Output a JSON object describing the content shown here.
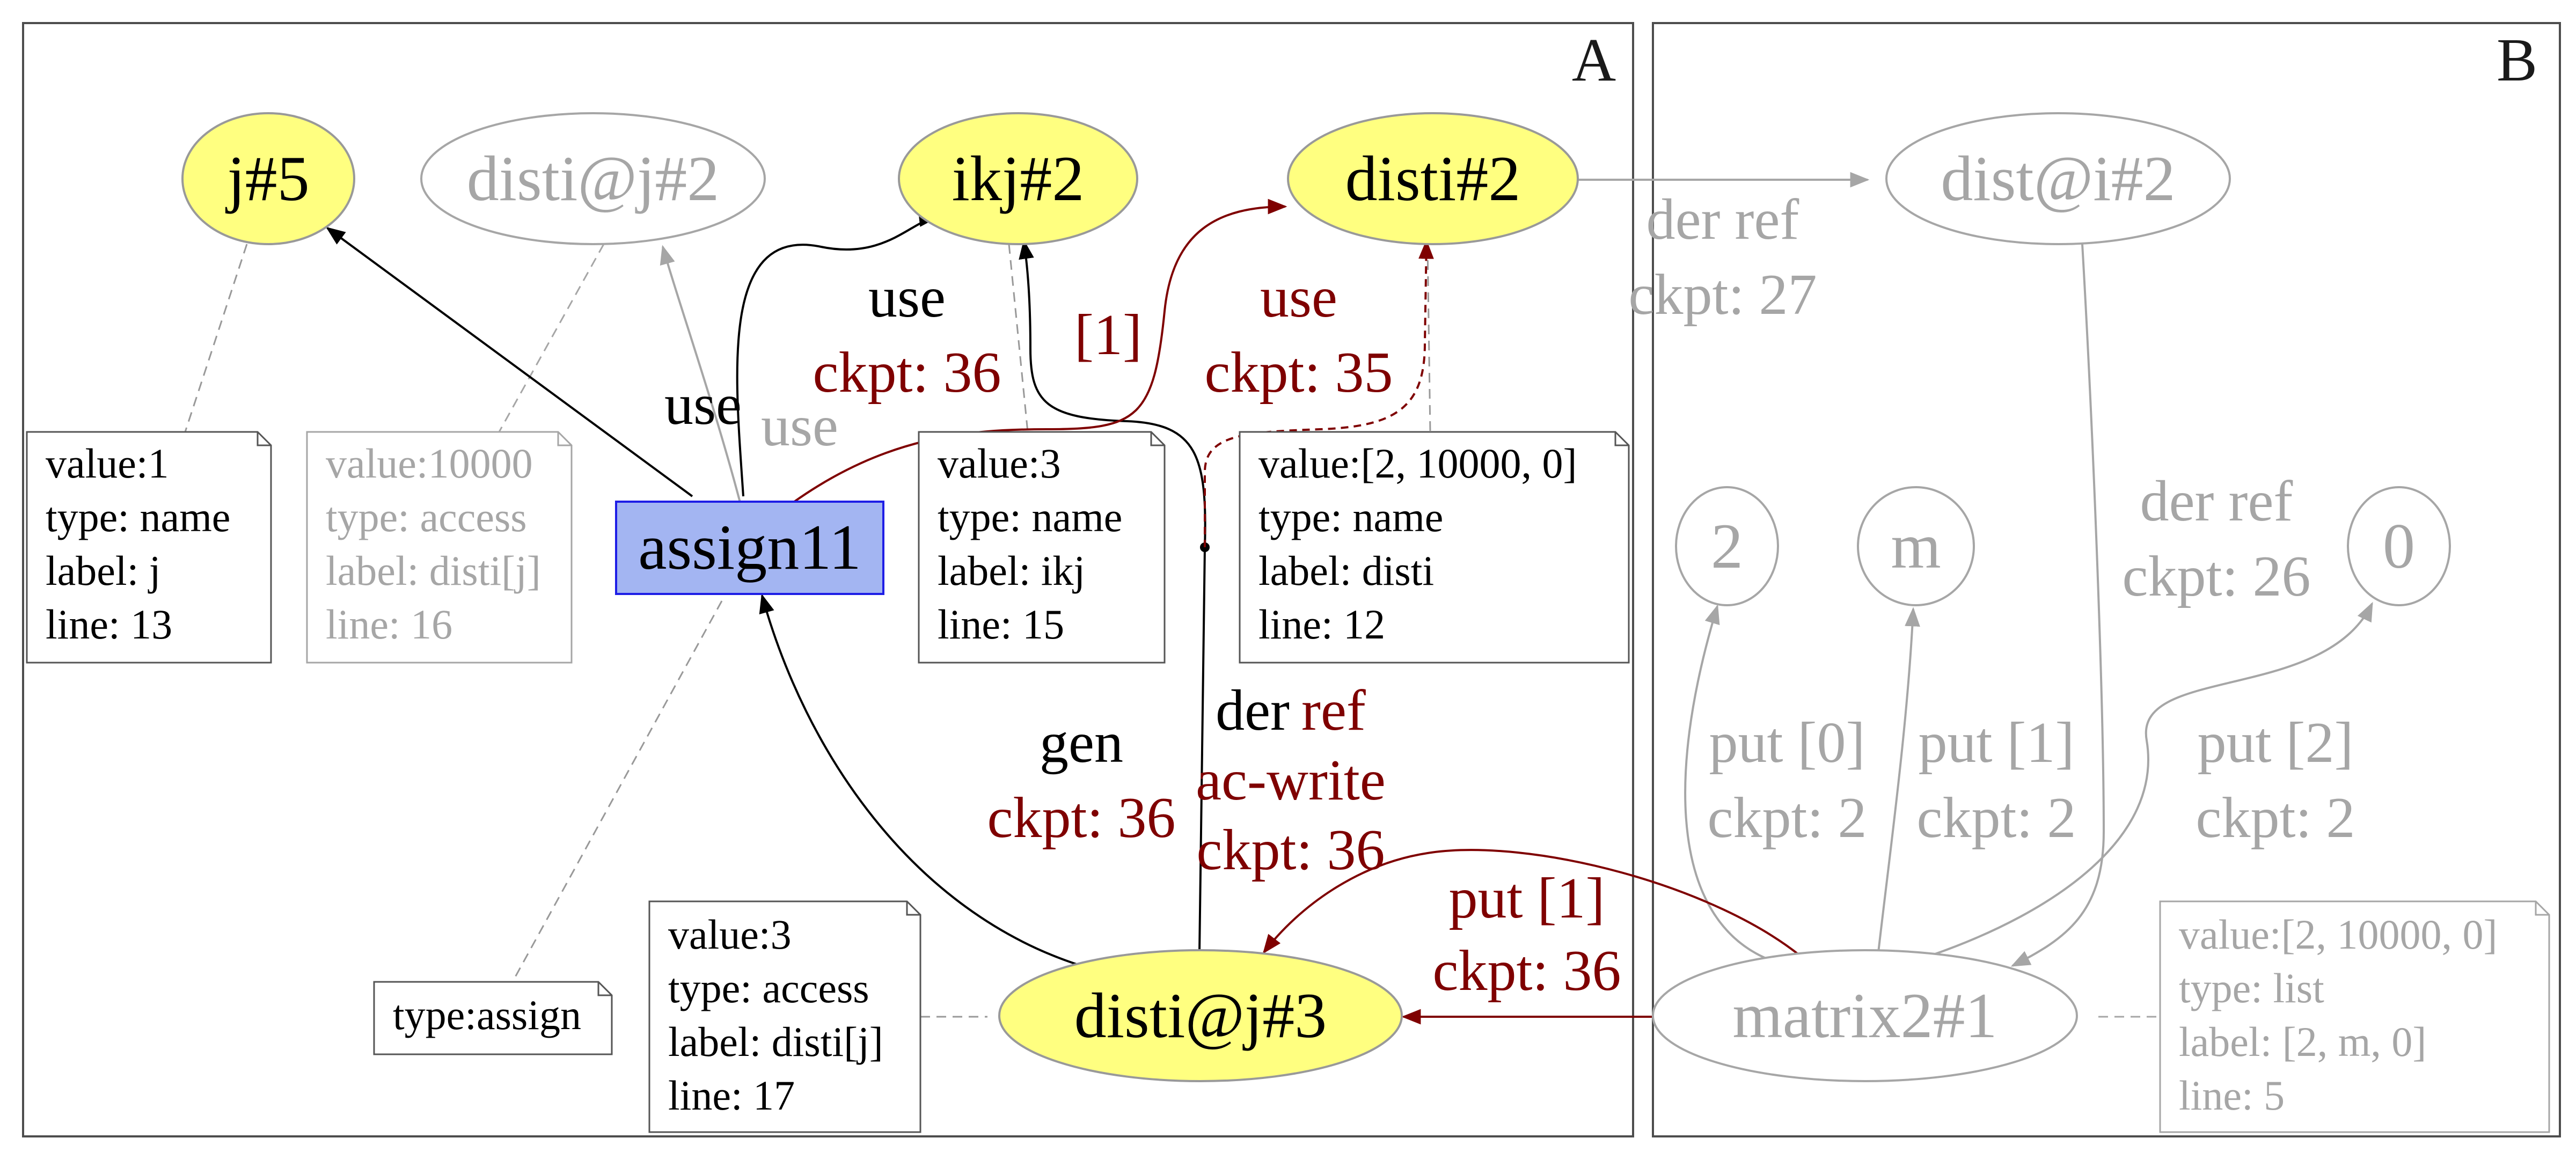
{
  "colors": {
    "active_node_fill": "#ffff80",
    "inactive": "#a6a6a6",
    "highlight": "#7f0000",
    "assign_fill": "#a3b5f2",
    "assign_stroke": "#1e1ee6",
    "edge_black": "#000000"
  },
  "panels": {
    "a": {
      "label": "A"
    },
    "b": {
      "label": "B"
    }
  },
  "nodes": {
    "j5": {
      "label": "j#5"
    },
    "disti_j2": {
      "label": "disti@j#2"
    },
    "ikj2": {
      "label": "ikj#2"
    },
    "disti2": {
      "label": "disti#2"
    },
    "dist_i2": {
      "label": "dist@i#2"
    },
    "assign11": {
      "label": "assign11"
    },
    "disti_j3": {
      "label": "disti@j#3"
    },
    "matrix2_1": {
      "label": "matrix2#1"
    },
    "two": {
      "label": "2"
    },
    "m": {
      "label": "m"
    },
    "zero": {
      "label": "0"
    }
  },
  "notes": {
    "j5": {
      "value": "value:1",
      "type": "type:  name",
      "label": "label: j",
      "line": "line:   13"
    },
    "disti_j2": {
      "value": "value:10000",
      "type": "type:  access",
      "label": "label: disti[j]",
      "line": "line:   16"
    },
    "ikj2": {
      "value": "value:3",
      "type": "type:  name",
      "label": "label: ikj",
      "line": "line:   15"
    },
    "disti2": {
      "value": "value:[2, 10000, 0]",
      "type": "type:  name",
      "label": "label: disti",
      "line": "line:   12"
    },
    "assign11": {
      "type": "type:assign"
    },
    "disti_j3": {
      "value": "value:3",
      "type": "type:  access",
      "label": "label: disti[j]",
      "line": "line:   17"
    },
    "matrix2_1": {
      "value": "value:[2, 10000, 0]",
      "type": "type:  list",
      "label": "label: [2, m, 0]",
      "line": "line:   5"
    }
  },
  "edges": {
    "assign_j5": {
      "label": "use"
    },
    "assign_distij2": {
      "label": "use"
    },
    "assign_ikj2": {
      "label1": "use",
      "label2": "ckpt: 36"
    },
    "assign_disti2": {
      "label": "[1]"
    },
    "distij3_disti2": {
      "label1": "use",
      "label2": "ckpt: 35"
    },
    "distij3_assign": {
      "label1": "gen",
      "label2": "ckpt: 36"
    },
    "distij3_ikj2": {
      "label_der": "der",
      "label_ref": "ref",
      "label_acwrite": "ac-write",
      "label_ckpt": "ckpt: 36"
    },
    "matrix_distij3": {
      "label1": "put [1]",
      "label2": "ckpt: 36"
    },
    "disti2_disti": {
      "label1": "der ref",
      "label2": "ckpt: 27"
    },
    "disti_matrix": {
      "label1": "der ref",
      "label2": "ckpt: 26"
    },
    "matrix_two": {
      "label1": "put [0]",
      "label2": "ckpt: 2"
    },
    "matrix_m": {
      "label1": "put [1]",
      "label2": "ckpt: 2"
    },
    "matrix_zero": {
      "label1": "put [2]",
      "label2": "ckpt: 2"
    }
  }
}
